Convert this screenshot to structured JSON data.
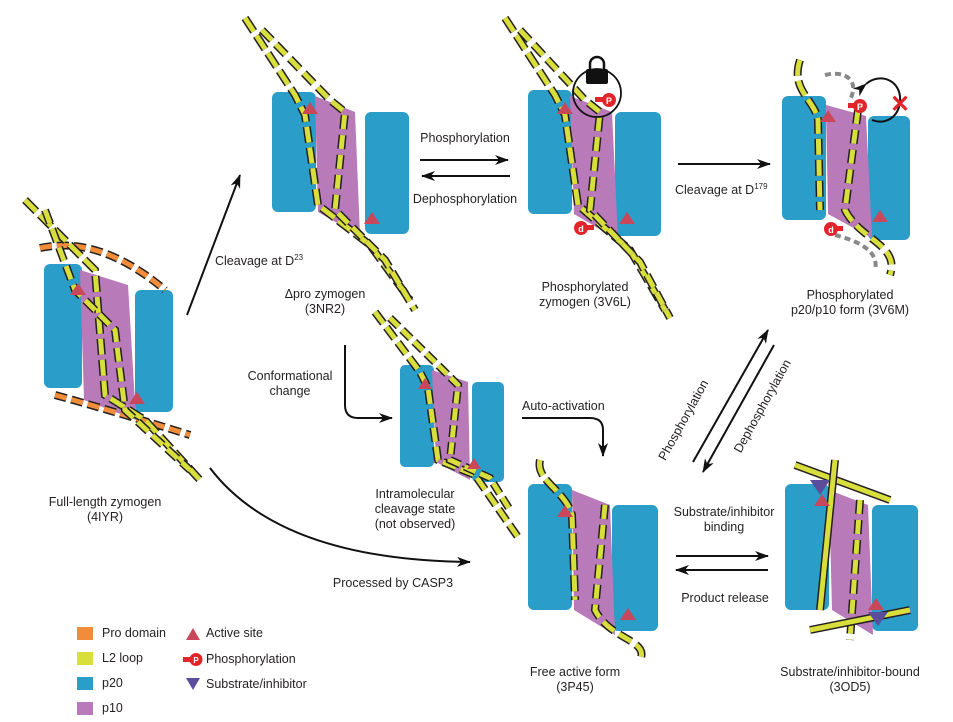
{
  "colors": {
    "pro_domain": "#f08c3a",
    "l2_loop": "#d8de3c",
    "p20": "#2b9dc9",
    "p10": "#b87ab8",
    "active_site": "#c8475a",
    "phosphorylation": "#e2252b",
    "substrate": "#5b4c9c"
  },
  "states": {
    "full_length": {
      "name": "Full-length zymogen",
      "pdb": "(4IYR)"
    },
    "delta_pro": {
      "name": "Δpro zymogen",
      "pdb": "(3NR2)"
    },
    "phospho_zymogen": {
      "name": "Phosphorylated",
      "name2": "zymogen (3V6L)"
    },
    "phospho_p20p10": {
      "name": "Phosphorylated",
      "name2": "p20/p10 form (3V6M)"
    },
    "intramolecular": {
      "name": "Intramolecular",
      "name2": "cleavage state",
      "name3": "(not observed)"
    },
    "free_active": {
      "name": "Free active form",
      "pdb": "(3P45)"
    },
    "substrate_bound": {
      "name": "Substrate/inhibitor-bound",
      "pdb": "(3OD5)"
    }
  },
  "arrows": {
    "cleavage_d23_prefix": "Cleavage at D",
    "cleavage_d23_sup": "23",
    "phosphorylation": "Phosphorylation",
    "dephosphorylation": "Dephosphorylation",
    "cleavage_d179_prefix": "Cleavage at D",
    "cleavage_d179_sup": "179",
    "conformational_1": "Conformational",
    "conformational_2": "change",
    "auto_activation": "Auto-activation",
    "processed": "Processed by CASP3",
    "substrate_binding_1": "Substrate/inhibitor",
    "substrate_binding_2": "binding",
    "product_release": "Product release",
    "phospho_diag": "Phosphorylation",
    "dephospho_diag": "Dephosphorylation"
  },
  "glyphs": {
    "phospho_letter": "P",
    "dephospho_letter": "d",
    "block_mark": "✕"
  },
  "legend": [
    {
      "key": "pro_domain",
      "label": "Pro domain",
      "icon": "square"
    },
    {
      "key": "l2_loop",
      "label": "L2 loop",
      "icon": "square"
    },
    {
      "key": "p20",
      "label": "p20",
      "icon": "square"
    },
    {
      "key": "p10",
      "label": "p10",
      "icon": "square"
    },
    {
      "key": "active_site",
      "label": "Active site",
      "icon": "triangle-up"
    },
    {
      "key": "phosphorylation",
      "label": "Phosphorylation",
      "icon": "phospho-pin"
    },
    {
      "key": "substrate",
      "label": "Substrate/inhibitor",
      "icon": "triangle-down"
    }
  ]
}
